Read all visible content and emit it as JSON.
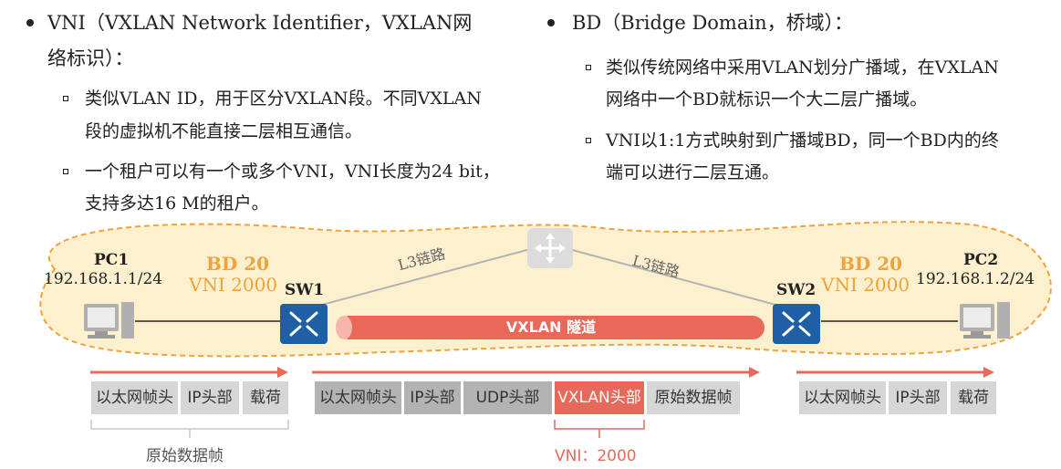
{
  "left": {
    "heading_line1": "VNI（VXLAN Network Identifier，VXLAN网",
    "heading_line2": "络标识）：",
    "sub1_line1": "类似VLAN ID，用于区分VXLAN段。不同VXLAN",
    "sub1_line2": "段的虚拟机不能直接二层相互通信。",
    "sub2_line1": "一个租户可以有一个或多个VNI，VNI长度为24 bit，",
    "sub2_line2": "支持多达16 M的租户。"
  },
  "right": {
    "heading": "BD（Bridge Domain，桥域）：",
    "sub1_line1": "类似传统网络中采用VLAN划分广播域，在VXLAN",
    "sub1_line2": "网络中一个BD就标识一个大二层广播域。",
    "sub2_line1": "VNI以1:1方式映射到广播域BD，同一个BD内的终",
    "sub2_line2": "端可以进行二层互通。"
  },
  "diagram": {
    "pc1_name": "PC1",
    "pc1_ip": "192.168.1.1/24",
    "pc2_name": "PC2",
    "pc2_ip": "192.168.1.2/24",
    "bd_left": "BD 20",
    "vni_left": "VNI 2000",
    "bd_right": "BD 20",
    "vni_right": "VNI 2000",
    "sw1": "SW1",
    "sw2": "SW2",
    "l3_left": "L3链路",
    "l3_right": "L3链路",
    "tunnel": "VXLAN 隧道"
  },
  "frames": {
    "left": [
      "以太网帧头",
      "IP头部",
      "载荷"
    ],
    "middle": [
      "以太网帧头",
      "IP头部",
      "UDP头部",
      "VXLAN头部",
      "原始数据帧"
    ],
    "right": [
      "以太网帧头",
      "IP头部",
      "载荷"
    ],
    "left_caption": "原始数据帧",
    "vni_caption": "VNI：2000"
  },
  "colors": {
    "accent_orange": "#f0a33a",
    "tunnel_red": "#e8685a",
    "switch_blue": "#1e5fa6",
    "cloud_fill": "#fcf0cf"
  }
}
